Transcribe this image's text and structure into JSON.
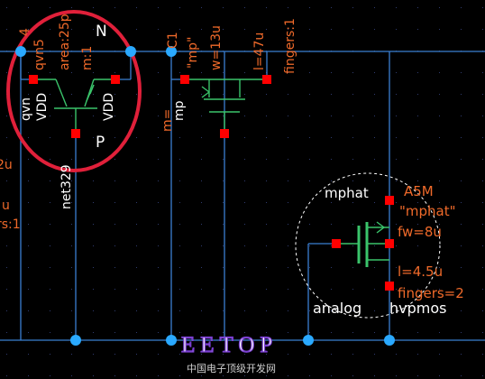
{
  "colors": {
    "background": "#000000",
    "grid": "#2f3b6e",
    "wire": "#3b7fd1",
    "pin": "#ff0000",
    "node": "#2aa9ff",
    "label_orange": "#f06a2a",
    "label_white": "#ffffff",
    "device_green": "#3ac46b",
    "highlight_circle": "#e0203a",
    "watermark": "#7a3fd1"
  },
  "qvn_device": {
    "label_qvn": "qvn",
    "label_vdd_left": "VDD",
    "label_vdd_right": "VDD",
    "label_p": "P",
    "label_n": "N",
    "param_name": "qvn5",
    "param_area": "area:25p",
    "param_m": "m:1",
    "param_partial": "4"
  },
  "mp_device": {
    "label_mp": "mp",
    "param_c1": "C1",
    "param_model": "\"mp\"",
    "param_w": "w=13u",
    "param_l": "l=47u",
    "param_fingers": "fingers:1",
    "param_m": "m="
  },
  "net_label": "net329",
  "left_edge": {
    "frag_1": "2u",
    "frag_2": "u",
    "frag_3": "rs:1"
  },
  "mphat_device": {
    "title": "mphat",
    "instance": "A5M",
    "model": "\"mphat\"",
    "fw": "fw=8u",
    "l": "l=4.5u",
    "fingers": "fingers=2",
    "kind_a": "analog",
    "kind_b": "hvpmos"
  },
  "watermark": {
    "logo": "EETOP",
    "subtitle": "中国电子顶级开发网"
  }
}
